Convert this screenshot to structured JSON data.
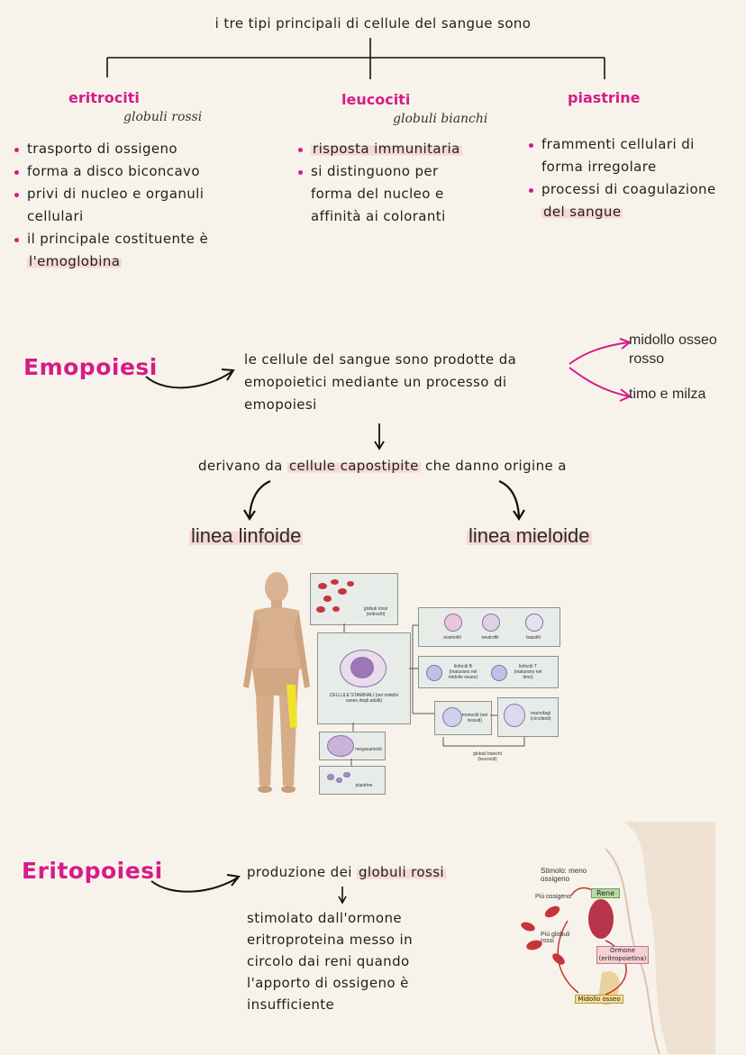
{
  "top": {
    "title": "i tre tipi principali di cellule del sangue sono",
    "columns": [
      {
        "heading": "eritrociti",
        "subheading": "globuli rossi",
        "bullets": [
          [
            "trasporto di ossigeno"
          ],
          [
            "forma a disco biconcavo"
          ],
          [
            "privi di nucleo e organuli",
            "cellulari"
          ],
          [
            "il principale costituente è",
            "l'emoglobina"
          ]
        ]
      },
      {
        "heading": "leucociti",
        "subheading": "globuli bianchi",
        "bullets": [
          [
            "risposta immunitaria"
          ],
          [
            "si distinguono per",
            "forma del nucleo e",
            "affinità ai coloranti"
          ]
        ]
      },
      {
        "heading": "piastrine",
        "subheading": "",
        "bullets": [
          [
            "frammenti cellulari di",
            "forma irregolare"
          ],
          [
            "processi di coagulazione",
            "del sangue"
          ]
        ]
      }
    ]
  },
  "emopoiesi": {
    "title": "Emopoiesi",
    "desc": [
      "le cellule del sangue sono prodotte da",
      "emopoietici mediante un processo di",
      "emopoiesi"
    ],
    "targets": [
      [
        "midollo osseo",
        "rosso"
      ],
      [
        "timo e milza"
      ]
    ],
    "derive_pre": "derivano da ",
    "derive_hl": "cellule capostipite",
    "derive_post": " che danno origine a",
    "lines": [
      "linea linfoide",
      "linea mieloide"
    ]
  },
  "figure1": {
    "globuli_rossi": "globuli rossi (eritrociti)",
    "eosinofili": "eosinofili",
    "neutrofili": "neutrofili",
    "basofili": "basofili",
    "linfociti_b": "linfociti B (maturano nel midollo osseo)",
    "linfociti_t": "linfociti T (maturano nel timo)",
    "monociti": "monociti (nei tessuti)",
    "macrofagi": "macrofagi (circolanti)",
    "staminali": "CELLULE STAMINALI (nel midollo osseo degli adulti)",
    "megacariociti": "megacariociti",
    "piastrine": "piastrine",
    "globuli_bianchi": "globuli bianchi (leucociti)"
  },
  "eritropoiesi": {
    "title": "Eritopoiesi",
    "line1_pre": "produzione dei ",
    "line1_hl": "globuli rossi",
    "desc": [
      "stimolato dall'ormone",
      "eritroproteina messo in",
      "circolo dai reni quando",
      "l'apporto di ossigeno è",
      "insufficiente"
    ]
  },
  "figure2": {
    "stimolo": "Stimolo: meno ossigeno",
    "piu_ossigeno": "Più ossigeno",
    "rene": "Rene",
    "piu_globuli": "Più globuli rossi",
    "ormone": "Ormone (eritropoietina)",
    "midollo": "Midollo osseo"
  },
  "colors": {
    "accent": "#d61b8a",
    "highlight": "#f6d9d2",
    "background": "#f8f3ea"
  }
}
